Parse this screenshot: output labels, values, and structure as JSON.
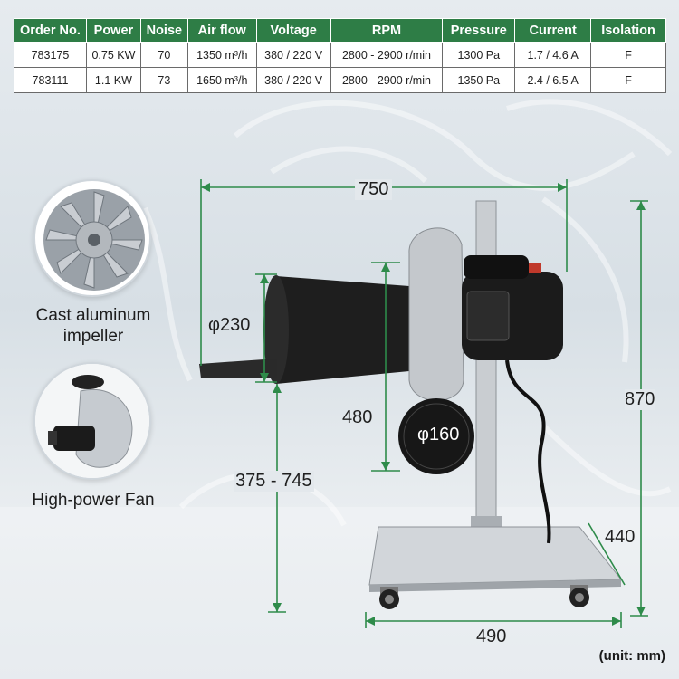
{
  "table": {
    "headers": [
      "Order No.",
      "Power",
      "Noise",
      "Air flow",
      "Voltage",
      "RPM",
      "Pressure",
      "Current",
      "Isolation"
    ],
    "rows": [
      [
        "783175",
        "0.75 KW",
        "70",
        "1350 m³/h",
        "380 / 220 V",
        "2800 - 2900 r/min",
        "1300 Pa",
        "1.7 / 4.6 A",
        "F"
      ],
      [
        "783111",
        "1.1 KW",
        "73",
        "1650 m³/h",
        "380 / 220 V",
        "2800 - 2900 r/min",
        "1350 Pa",
        "2.4 / 6.5 A",
        "F"
      ]
    ]
  },
  "insets": {
    "impeller_caption": "Cast aluminum impeller",
    "fan_caption": "High-power Fan"
  },
  "dimensions": {
    "width": "750",
    "outlet_diameter": "φ230",
    "inlet_diameter": "φ160",
    "fan_height": "480",
    "total_height": "870",
    "adjust_range": "375 - 745",
    "base_depth": "440",
    "base_width": "490"
  },
  "unit_note": "(unit: mm)",
  "colors": {
    "accent": "#2e7d46",
    "dimension_line": "#2e8b4a",
    "fan_body": "#b8bcc0",
    "motor": "#1a1a1a"
  }
}
